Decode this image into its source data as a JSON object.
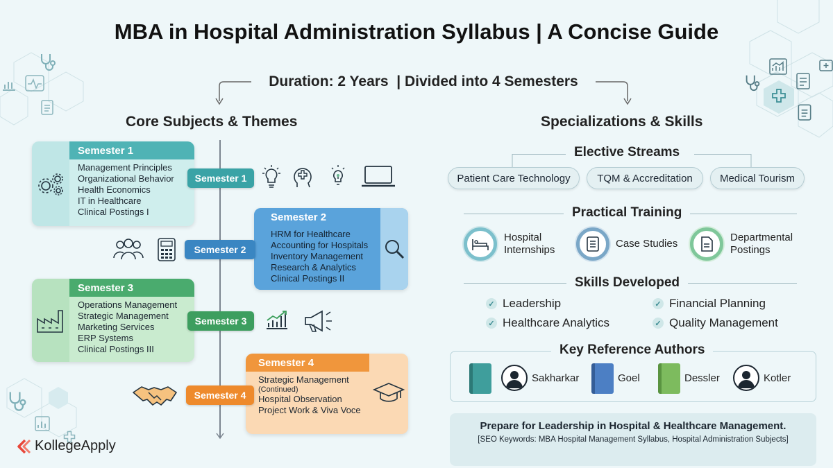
{
  "title": "MBA in Hospital Administration Syllabus | A Concise Guide",
  "duration": "Duration: 2 Years  | Divided into 4 Semesters",
  "left_heading": "Core Subjects & Themes",
  "right_heading": "Specializations & Skills",
  "semesters": [
    {
      "label": "Semester 1",
      "pill": "Semester 1",
      "color": "#4fb3b5",
      "subjects": [
        "Management Principles",
        "Organizational Behavior",
        "Health Economics",
        "IT in Healthcare",
        "Clinical Postings I"
      ]
    },
    {
      "label": "Semester 2",
      "pill": "Semester 2",
      "color": "#3f8fc7",
      "subjects": [
        "HRM for Healthcare",
        "Accounting for Hospitals",
        "Inventory Management",
        "Research & Analytics",
        "Clinical Postings II"
      ]
    },
    {
      "label": "Semester 3",
      "pill": "Semester 3",
      "color": "#4aab6e",
      "subjects": [
        "Operations Management",
        "Strategic Management",
        "Marketing Services",
        "ERP Systems",
        "Clinical Postings III"
      ]
    },
    {
      "label": "Semester 4",
      "pill": "Semester 4",
      "color": "#f0963c",
      "subjects": [
        "Strategic Management",
        "(Continued)",
        "Hospital Observation",
        "Project Work & Viva Voce"
      ]
    }
  ],
  "elective": {
    "heading": "Elective Streams",
    "items": [
      "Patient Care Technology",
      "TQM & Accreditation",
      "Medical Tourism"
    ]
  },
  "practical": {
    "heading": "Practical Training",
    "items": [
      "Hospital\nInternships",
      "Case Studies",
      "Departmental\nPostings"
    ]
  },
  "skills": {
    "heading": "Skills Developed",
    "items": [
      "Leadership",
      "Financial Planning",
      "Healthcare Analytics",
      "Quality Management"
    ]
  },
  "authors": {
    "heading": "Key Reference Authors",
    "items": [
      "Sakharkar",
      "Goel",
      "Dessler",
      "Kotler"
    ]
  },
  "footer": {
    "main": "Prepare for Leadership in Hospital & Healthcare Management.",
    "keywords": "[SEO Keywords: MBA Hospital Management Syllabus, Hospital Administration Subjects]"
  },
  "logo": {
    "text": "KollegeApply",
    "color": "#e8473a"
  }
}
